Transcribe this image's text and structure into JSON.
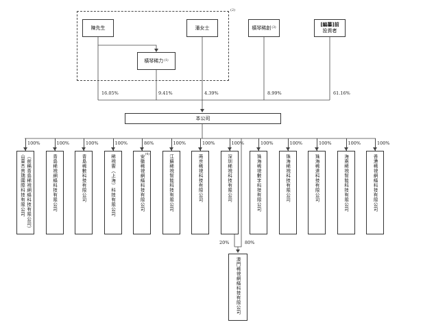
{
  "dashed_note": "(2)",
  "top": {
    "chen": "陳先生",
    "pan": "潘女士",
    "hengdeng": "橫琴稀力",
    "hengdeng_note": "(1)",
    "hengqin": "橫琴稀創",
    "hengqin_note": "(3)",
    "preipo_bracket": "[編纂]前",
    "preipo_rest": "投資者"
  },
  "shares": {
    "chen": "16.05%",
    "hengdeng": "9.41%",
    "pan": "4.39%",
    "hengqin": "8.99%",
    "preipo": "61.16%"
  },
  "company": "本公司",
  "subsidiaries": [
    {
      "pct": "100%",
      "line1": "山東杰普瑞國際科技有限公司",
      "line2": "（前稱青島稀視網絡科技有限公司）"
    },
    {
      "pct": "100%",
      "line1": "青島稀視網絡科技有限公司",
      "line2": ""
    },
    {
      "pct": "100%",
      "line1": "青島稀數科技有限公司",
      "line2": ""
    },
    {
      "pct": "100%",
      "line1": "稀視雲（上海）科技有限公司",
      "line2": ""
    },
    {
      "pct": "86%",
      "line1": "安徽稀視網絡科技有限公司",
      "line2": "",
      "note": "(4)"
    },
    {
      "pct": "100%",
      "line1": "江蘇稀視智能科技有限公司",
      "line2": ""
    },
    {
      "pct": "100%",
      "line1": "南京稀視科技有限公司",
      "line2": ""
    },
    {
      "pct": "100%",
      "line1": "深圳稀視科技有限公司",
      "line2": ""
    },
    {
      "pct": "100%",
      "line1": "珠海稀視數字科技有限公司",
      "line2": ""
    },
    {
      "pct": "100%",
      "line1": "珠海稀視科技有限公司",
      "line2": ""
    },
    {
      "pct": "100%",
      "line1": "珠海稀達科技有限公司",
      "line2": ""
    },
    {
      "pct": "100%",
      "line1": "海南稀視智能科技有限公司",
      "line2": ""
    },
    {
      "pct": "100%",
      "line1": "香港稀視網絡科技有限公司",
      "line2": ""
    }
  ],
  "macau": {
    "name": "澳門稀視網絡科技有限公司",
    "left_pct": "20%",
    "right_pct": "80%"
  }
}
